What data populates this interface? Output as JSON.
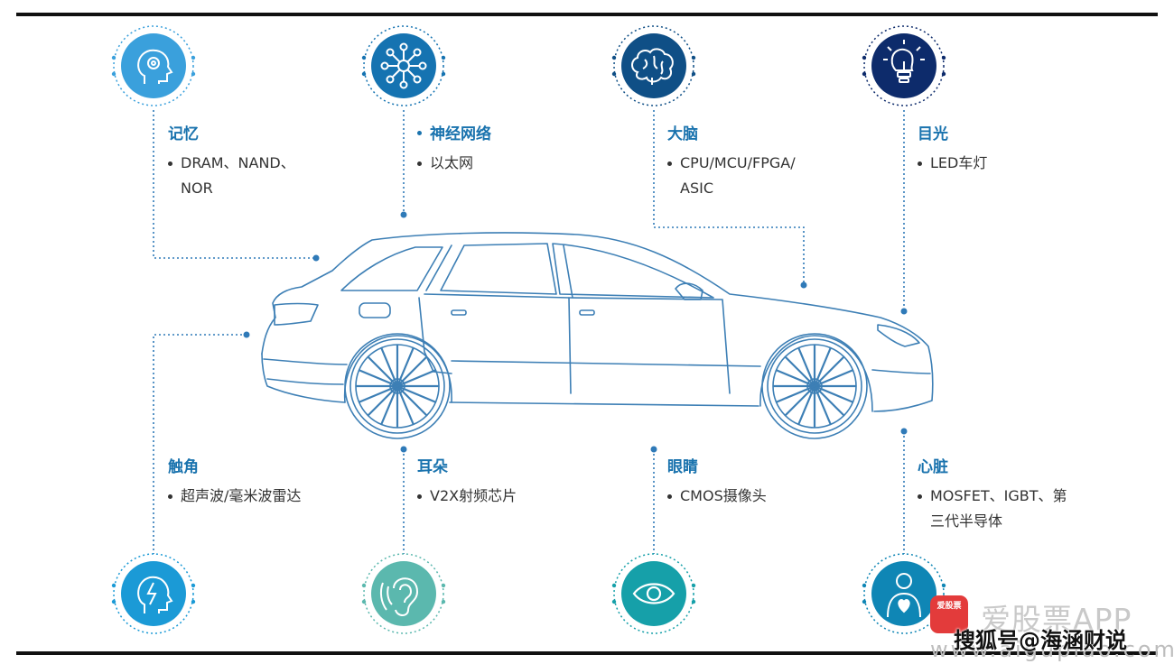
{
  "labels": {
    "memory": {
      "title": "记忆",
      "lines": [
        "DRAM、NAND、",
        "NOR"
      ]
    },
    "neural_network": {
      "title": "神经网络",
      "lines": [
        "以太网"
      ]
    },
    "brain": {
      "title": "大脑",
      "lines": [
        "CPU/MCU/FPGA/",
        "ASIC"
      ]
    },
    "vision": {
      "title": "目光",
      "lines": [
        "LED车灯"
      ]
    },
    "antenna": {
      "title": "触角",
      "lines": [
        "超声波/毫米波雷达"
      ]
    },
    "ears": {
      "title": "耳朵",
      "lines": [
        "V2X射频芯片"
      ]
    },
    "eyes": {
      "title": "眼睛",
      "lines": [
        "CMOS摄像头"
      ]
    },
    "heart": {
      "title": "心脏",
      "lines": [
        "MOSFET、IGBT、第",
        "三代半导体"
      ]
    }
  },
  "icons": {
    "memory": {
      "name": "head-gear-icon",
      "color": "#3aa0dc"
    },
    "neural_network": {
      "name": "network-nodes-icon",
      "color": "#1573b1"
    },
    "brain": {
      "name": "brain-icon",
      "color": "#0f4f86"
    },
    "vision": {
      "name": "lightbulb-icon",
      "color": "#0d2b6b"
    },
    "antenna": {
      "name": "head-signal-icon",
      "color": "#1b9ad6"
    },
    "ears": {
      "name": "ear-icon",
      "color": "#5bb8ae"
    },
    "eyes": {
      "name": "eye-icon",
      "color": "#16a0a9"
    },
    "heart": {
      "name": "person-heart-icon",
      "color": "#0f86b5"
    }
  },
  "colors": {
    "title": "#1a73ae",
    "text": "#333333",
    "car_line": "#3d7fb5",
    "dotted": "#2f7ab8"
  },
  "watermark": {
    "logo_text": "爱股票",
    "app_text": "爱股票APP",
    "search_text": "搜狐号@海涵财说",
    "url_text": "www.aigupiao.com"
  }
}
